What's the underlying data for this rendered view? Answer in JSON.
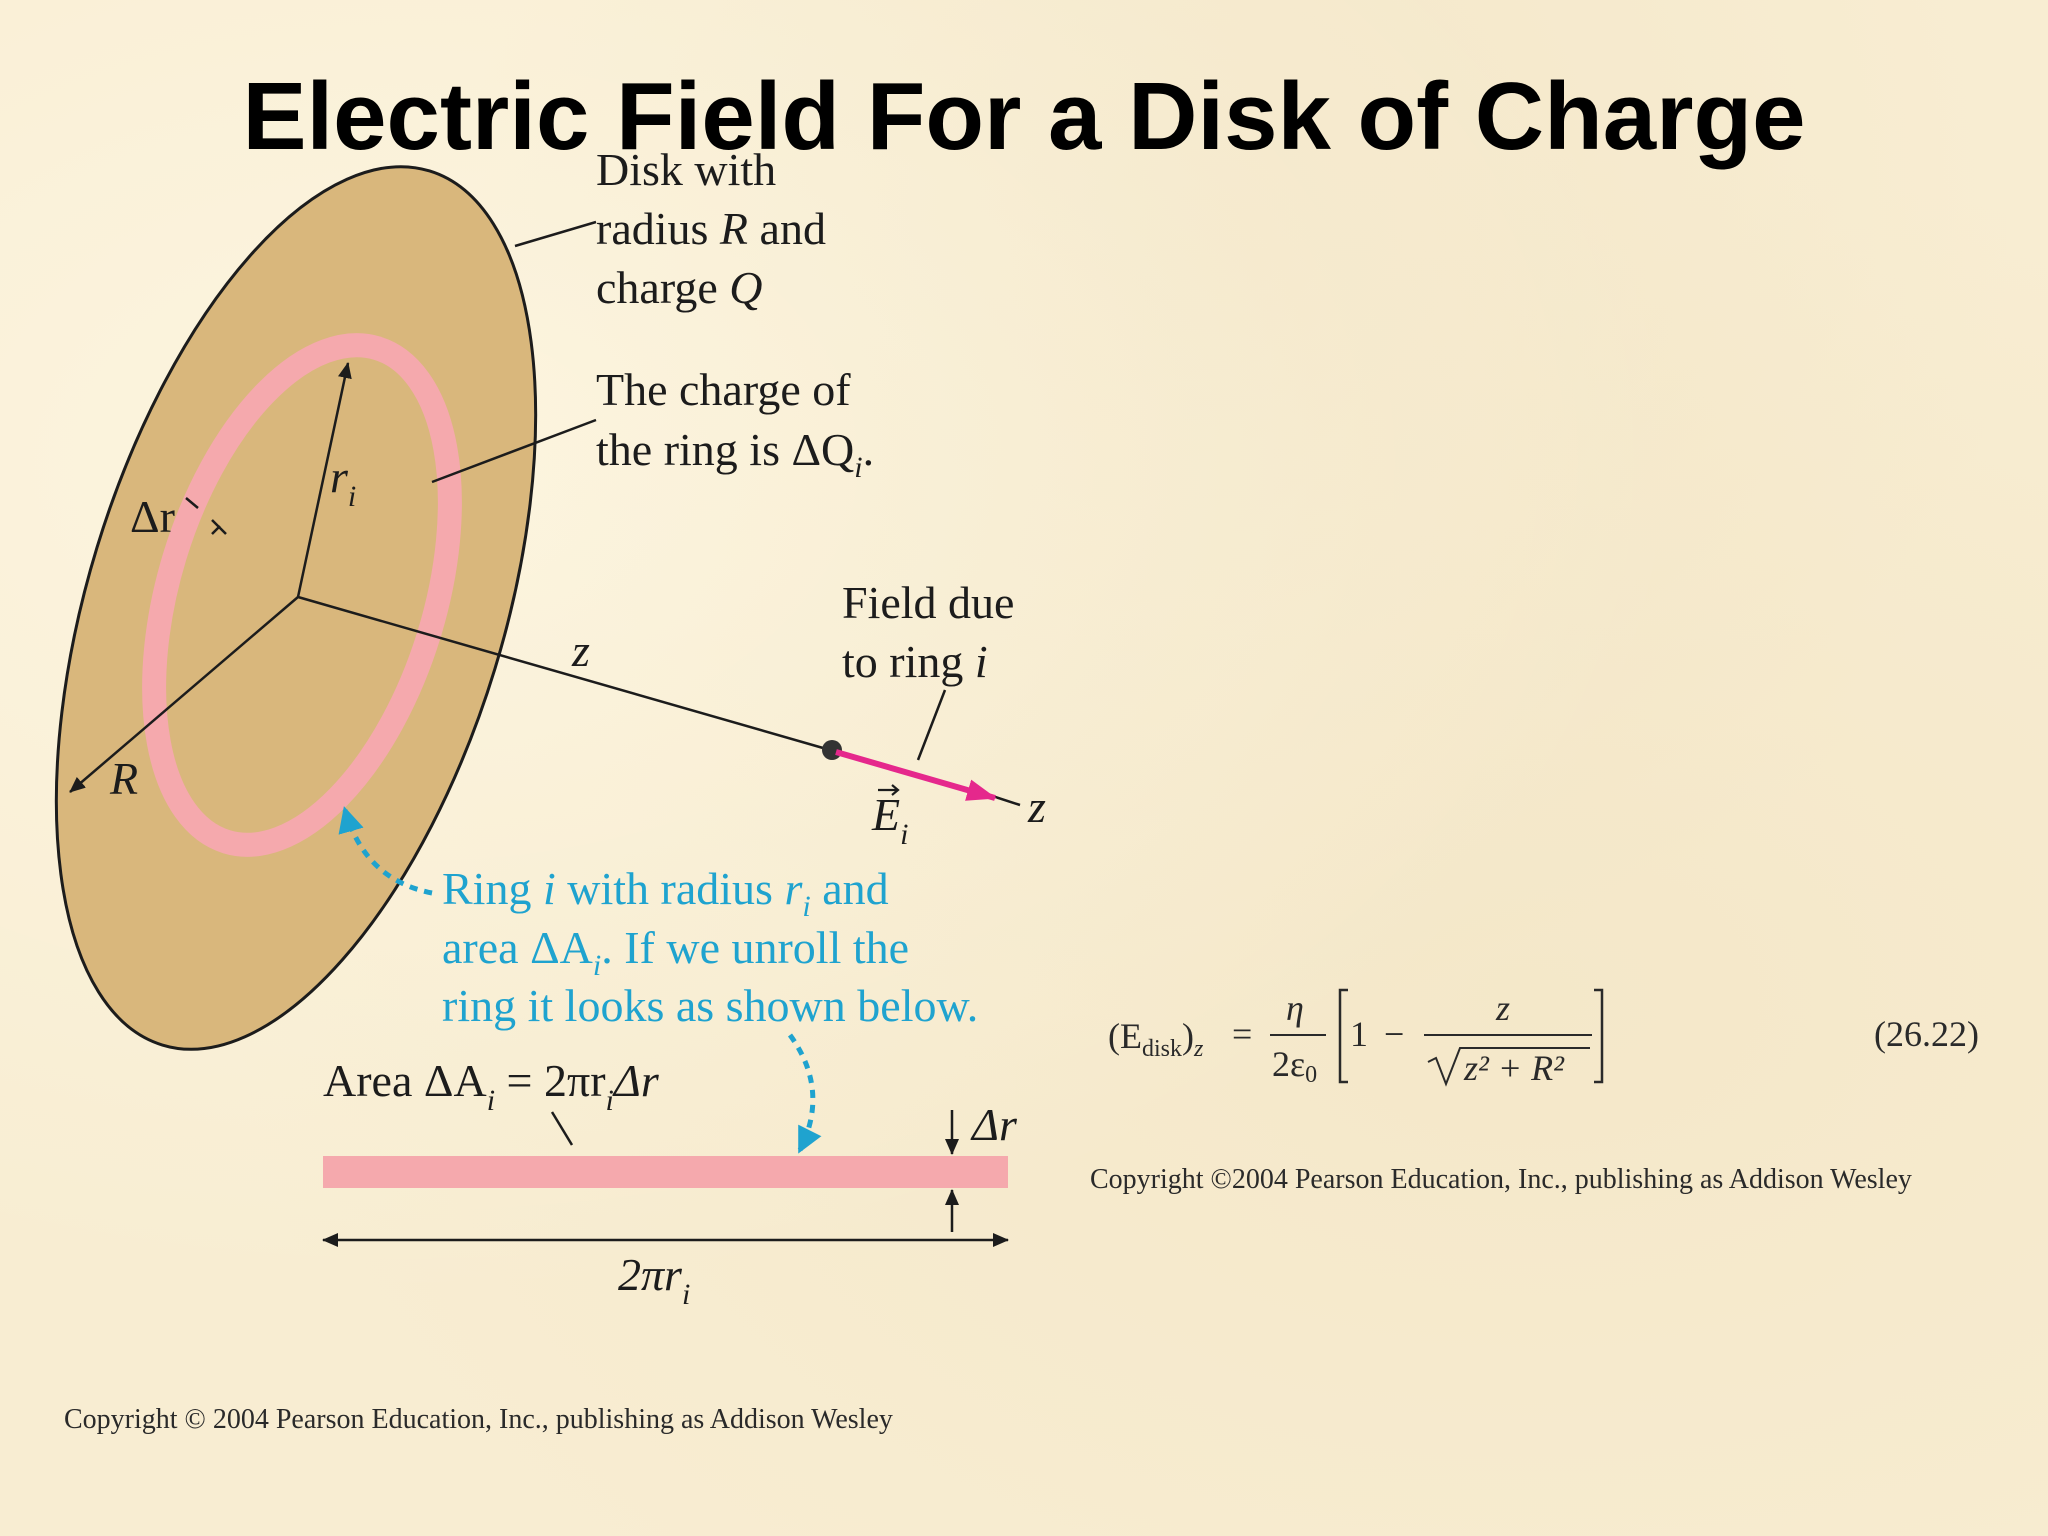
{
  "title": "Electric Field For a Disk of Charge",
  "labels": {
    "disk_line1": "Disk with",
    "disk_line2_a": "radius ",
    "disk_line2_R": "R",
    "disk_line2_b": " and",
    "disk_line3_a": "charge ",
    "disk_line3_Q": "Q",
    "ring_charge_line1": "The charge of",
    "ring_charge_line2_a": "the ring is ΔQ",
    "ring_charge_line2_sub": "i",
    "ring_charge_line2_b": ".",
    "field_line1": "Field due",
    "field_line2_a": "to ring ",
    "field_line2_i": "i",
    "r_i": "r",
    "r_i_sub": "i",
    "delta_r": "Δr",
    "R": "R",
    "z_axis": "z",
    "z_end": "z",
    "E_vec": "E",
    "E_sub": "i",
    "ring_desc_line1_a": "Ring ",
    "ring_desc_line1_i": "i",
    "ring_desc_line1_b": " with radius ",
    "ring_desc_line1_r": "r",
    "ring_desc_line1_sub": "i",
    "ring_desc_line1_c": " and",
    "ring_desc_line2_a": "area ΔA",
    "ring_desc_line2_sub": "i",
    "ring_desc_line2_b": ". If we unroll the",
    "ring_desc_line3": "ring it looks as shown below.",
    "area_a": "Area ΔA",
    "area_sub1": "i",
    "area_b": " = 2πr",
    "area_sub2": "i",
    "area_c": "Δr",
    "strip_dr": "Δr",
    "strip_len": "2πr",
    "strip_len_sub": "i"
  },
  "equation": {
    "lhs": "(E",
    "lhs_sub": "disk",
    "lhs_end": ")",
    "lhs_z": "z",
    "equals": "=",
    "num": "η",
    "den": "2ε",
    "den_sub": "0",
    "one": "1",
    "minus": "−",
    "frac_num": "z",
    "frac_den": "z² + R²",
    "number": "(26.22)"
  },
  "copyright_equation": "Copyright ©2004 Pearson Education, Inc., publishing as Addison Wesley",
  "copyright_main": "Copyright © 2004 Pearson Education, Inc., publishing as Addison Wesley",
  "colors": {
    "disk": "#d9b77c",
    "ring": "#f5a9ad",
    "field_arrow": "#e5288c",
    "blue_text": "#1fa3cf",
    "background": "#f8edd2"
  }
}
